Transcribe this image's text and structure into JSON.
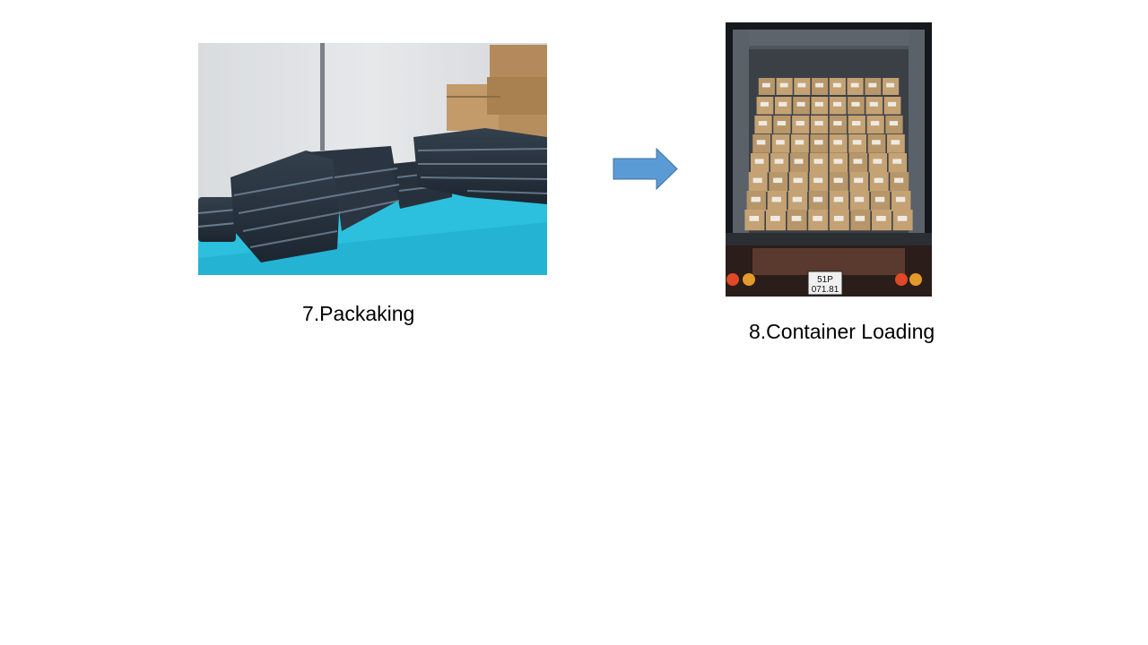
{
  "slide": {
    "steps": [
      {
        "caption": "7.Packaking",
        "image_icon": "packaged-garments-photo"
      },
      {
        "caption": "8.Container Loading",
        "image_icon": "loaded-container-photo",
        "plate_line1": "51P",
        "plate_line2": "071.81"
      }
    ],
    "arrow": {
      "icon": "right-arrow-icon",
      "color": "#5B9BD5"
    }
  }
}
